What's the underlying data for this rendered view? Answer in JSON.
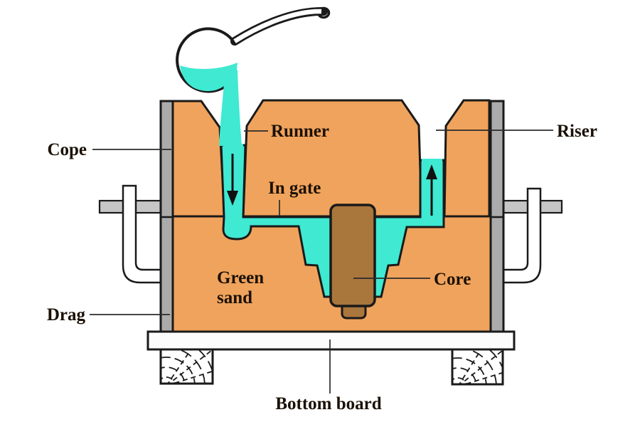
{
  "diagram": {
    "type": "sand-casting-mold-cross-section",
    "labels": {
      "cope": "Cope",
      "drag": "Drag",
      "runner": "Runner",
      "in_gate": "In gate",
      "riser": "Riser",
      "core": "Core",
      "bottom_board": "Bottom board",
      "green_sand_lines": [
        "Green",
        "sand"
      ]
    },
    "icons": {
      "pour_flow": "arrow-down",
      "riser_flow": "arrow-up"
    },
    "colors": {
      "green_sand": "#F0A35C",
      "molten_metal": "#3FE9D2",
      "core": "#A9763C",
      "flask_wall": "#ABABAB",
      "clamp_bar": "#C6C6C6",
      "board": "#FCFCFC",
      "outline": "#1A1A1A",
      "background": "#FFFFFF"
    }
  }
}
